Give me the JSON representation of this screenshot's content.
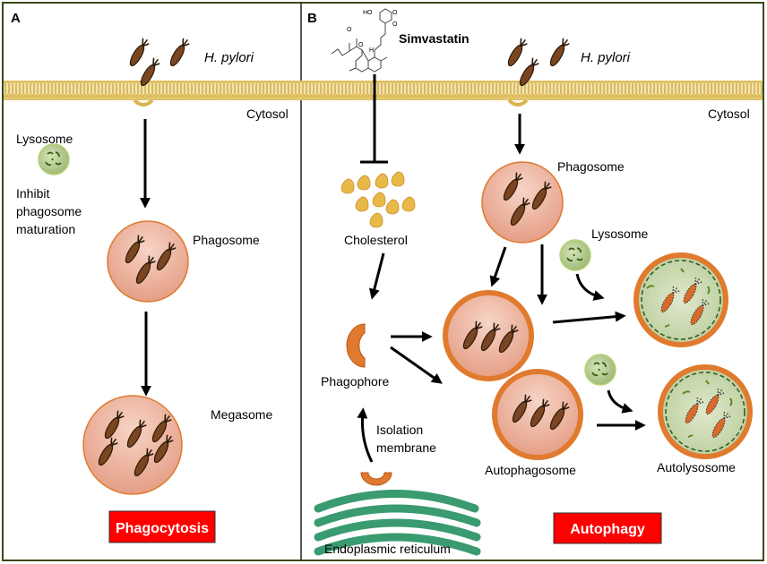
{
  "panels": {
    "a": {
      "letter": "A",
      "bacteria_label": "H. pylori",
      "cytosol_label": "Cytosol",
      "lysosome_label": "Lysosome",
      "inhibit_lines": [
        "Inhibit",
        "phagosome",
        "maturation"
      ],
      "phagosome_label": "Phagosome",
      "megasome_label": "Megasome",
      "process_label": "Phagocytosis"
    },
    "b": {
      "letter": "B",
      "drug_label": "Simvastatin",
      "drug_atoms": {
        "ho": "HO",
        "o1": "O",
        "o2": "O",
        "o3": "O",
        "o4": "O",
        "h": "H"
      },
      "bacteria_label": "H. pylori",
      "cytosol_label": "Cytosol",
      "cholesterol_label": "Cholesterol",
      "phagosome_label": "Phagosome",
      "lysosome_label": "Lysosome",
      "phagophore_label": "Phagophore",
      "isolation_lines": [
        "Isolation",
        "membrane"
      ],
      "er_label": "Endoplasmic reticulum",
      "autophagosome_label": "Autophagosome",
      "autolysosome_label": "Autolysosome",
      "process_label": "Autophagy"
    }
  },
  "colors": {
    "frame": "#3a4a1a",
    "membrane": "#d9b450",
    "bacterium": "#7a4520",
    "vesicle_ring": "#e07a2e",
    "vesicle_fill": "#f0b8a0",
    "lysosome": "#a8c080",
    "er": "#3a9a70",
    "label_box": "#ff0000"
  }
}
